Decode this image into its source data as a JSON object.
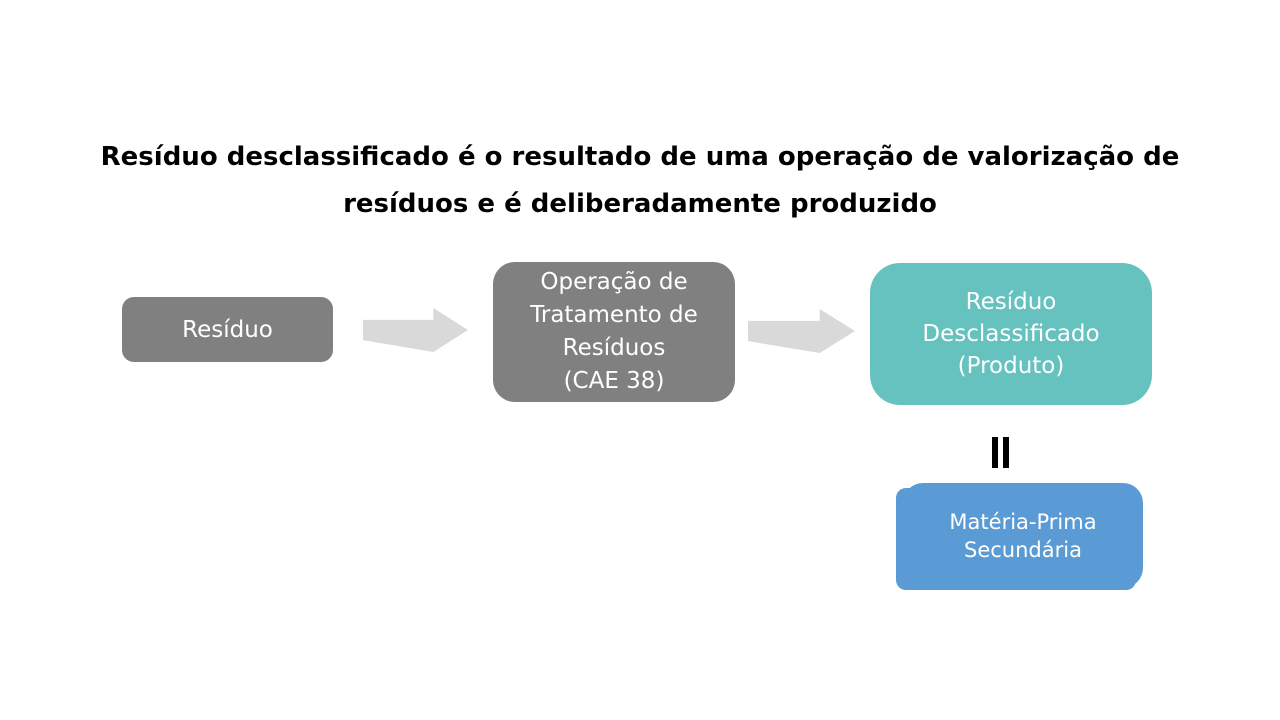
{
  "title": {
    "text": "Resíduo desclassificado é o resultado de uma operação de valorização de\nresíduos e é deliberadamente produzido"
  },
  "flow": {
    "box_residuo": "Resíduo",
    "box_operacao": "Operação de\nTratamento de\nResíduos\n(CAE 38)",
    "box_desclassificado": "Resíduo\nDesclassificado\n(Produto)",
    "box_materia_prima": "Matéria-Prima\nSecundária"
  },
  "icons": {
    "arrow_right_1": "right-block-arrow",
    "arrow_right_2": "right-block-arrow",
    "equals": "rotated-equals-sign"
  },
  "colors": {
    "gray-box": "#808080",
    "teal-box": "#66c2be",
    "blue-box": "#5b9bd5",
    "arrow-gray": "#d9d9d9",
    "box-text": "#ffffff",
    "title-text": "#000000",
    "equals-black": "#000000"
  }
}
